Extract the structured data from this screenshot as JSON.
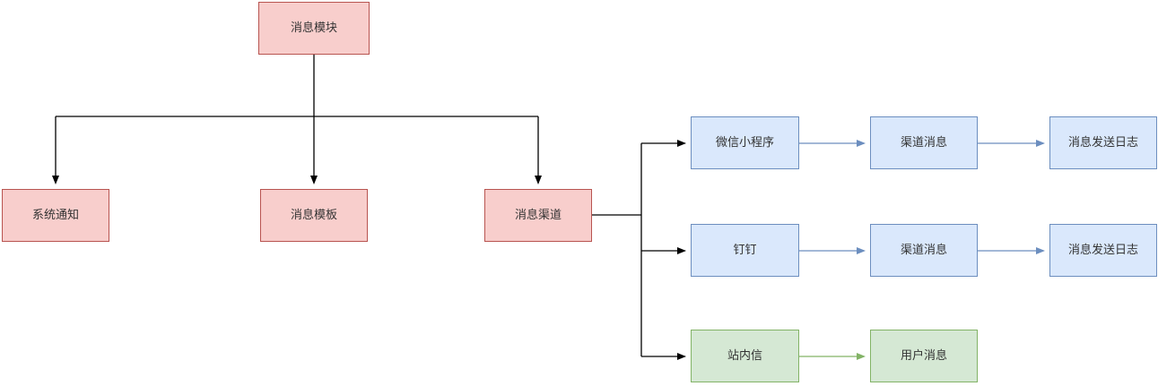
{
  "diagram": {
    "nodes": [
      {
        "id": "msg-module",
        "label": "消息模块",
        "type": "red"
      },
      {
        "id": "system-notify",
        "label": "系统通知",
        "type": "red"
      },
      {
        "id": "msg-template",
        "label": "消息模板",
        "type": "red"
      },
      {
        "id": "msg-channel",
        "label": "消息渠道",
        "type": "red"
      },
      {
        "id": "wechat-mini",
        "label": "微信小程序",
        "type": "blue"
      },
      {
        "id": "channel-msg-row1",
        "label": "渠道消息",
        "type": "blue"
      },
      {
        "id": "send-log-row1",
        "label": "消息发送日志",
        "type": "blue"
      },
      {
        "id": "dingtalk",
        "label": "钉钉",
        "type": "blue"
      },
      {
        "id": "channel-msg-row2",
        "label": "渠道消息",
        "type": "blue"
      },
      {
        "id": "send-log-row2",
        "label": "消息发送日志",
        "type": "blue"
      },
      {
        "id": "site-message",
        "label": "站内信",
        "type": "green"
      },
      {
        "id": "user-message",
        "label": "用户消息",
        "type": "green"
      }
    ],
    "edges": [
      {
        "from": "消息模块",
        "to": "系统通知",
        "color": "black"
      },
      {
        "from": "消息模块",
        "to": "消息模板",
        "color": "black"
      },
      {
        "from": "消息模块",
        "to": "消息渠道",
        "color": "black"
      },
      {
        "from": "消息渠道",
        "to": "微信小程序",
        "color": "black"
      },
      {
        "from": "消息渠道",
        "to": "钉钉",
        "color": "black"
      },
      {
        "from": "消息渠道",
        "to": "站内信",
        "color": "black"
      },
      {
        "from": "微信小程序",
        "to": "渠道消息",
        "color": "blue"
      },
      {
        "from": "渠道消息",
        "to": "消息发送日志",
        "color": "blue"
      },
      {
        "from": "钉钉",
        "to": "渠道消息",
        "color": "blue"
      },
      {
        "from": "渠道消息",
        "to": "消息发送日志",
        "color": "blue"
      },
      {
        "from": "站内信",
        "to": "用户消息",
        "color": "green"
      }
    ],
    "colors": {
      "red_fill": "#f8cecc",
      "red_border": "#b85450",
      "blue_fill": "#dae8fc",
      "blue_border": "#6c8ebf",
      "green_fill": "#d5e8d4",
      "green_border": "#82b366",
      "edge_black": "#000000",
      "edge_blue": "#6c8ebf",
      "edge_green": "#82b366",
      "text": "#333333",
      "background": "#ffffff"
    }
  }
}
